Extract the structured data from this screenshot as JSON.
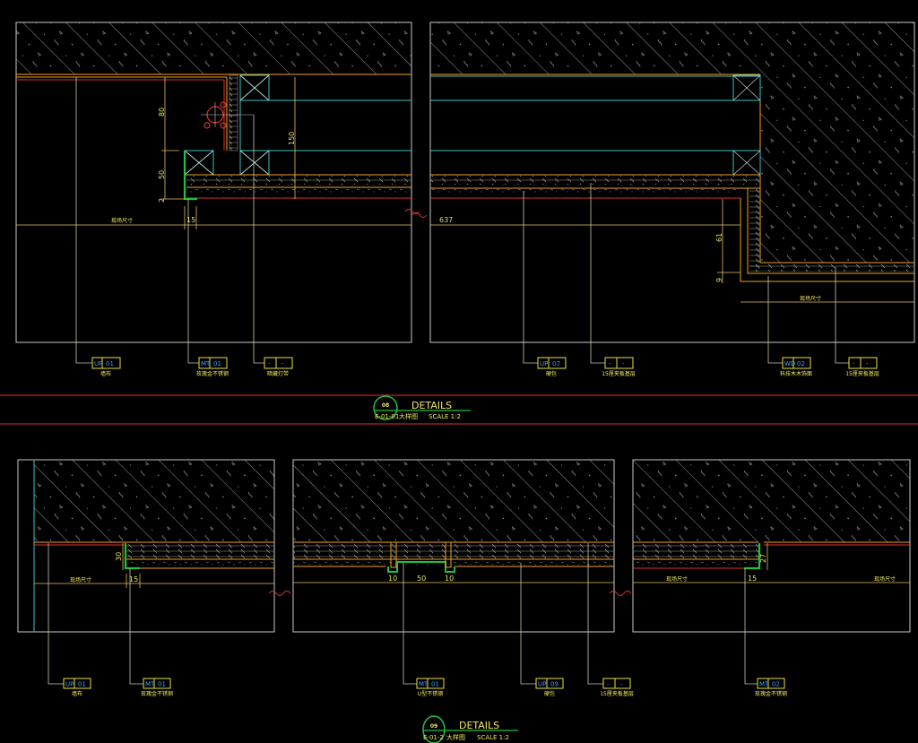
{
  "colors": {
    "background": "#000000",
    "frame": "#c8c8c8",
    "finish": "#f0a020",
    "edge": "#e03030",
    "steel": "#20c040",
    "frame_cyan": "#40c0c0",
    "dimension": "#e8c060",
    "tag": "#e8e040",
    "tag_code": "#3fa0ff"
  },
  "detail_top": {
    "number": "08",
    "title": "DETAILS",
    "ref": "E-01-01",
    "subtitle": "大样图",
    "scale": "SCALE  1:2",
    "dimensions": {
      "d80": "80",
      "d50": "50",
      "d2": "2",
      "d150": "150",
      "d15": "15",
      "d637": "637",
      "d61": "61",
      "d9": "9",
      "site_left": "现场尺寸",
      "site_right": "现场尺寸"
    },
    "tags": [
      {
        "code": "UP",
        "num": "01",
        "label": "墙布"
      },
      {
        "code": "MT",
        "num": "01",
        "label": "玫瑰金不锈钢"
      },
      {
        "code": "-",
        "num": "-",
        "label": "暗藏灯带"
      },
      {
        "code": "UP",
        "num": "07",
        "label": "硬包"
      },
      {
        "code": "-",
        "num": "-",
        "label": "15厘夹板基层"
      },
      {
        "code": "WD",
        "num": "02",
        "label": "科技木木饰面"
      },
      {
        "code": "-",
        "num": "-",
        "label": "15厘夹板基层"
      }
    ]
  },
  "detail_bottom": {
    "number": "09",
    "title": "DETAILS",
    "ref": "E-01-2",
    "subtitle": "大样图",
    "scale": "SCALE  1:2",
    "dimensions": {
      "d30": "30",
      "d15a": "15",
      "d10a": "10",
      "d50": "50",
      "d10b": "10",
      "d27": "27",
      "d15b": "15",
      "site_a": "现场尺寸",
      "site_b": "现场尺寸",
      "site_c": "现场尺寸"
    },
    "tags": [
      {
        "code": "UP",
        "num": "01",
        "label": "墙布"
      },
      {
        "code": "MT",
        "num": "01",
        "label": "玫瑰金不锈钢"
      },
      {
        "code": "MT",
        "num": "01",
        "label": "U型不锈钢"
      },
      {
        "code": "UP",
        "num": "09",
        "label": "硬包"
      },
      {
        "code": "-",
        "num": "-",
        "label": "15厘夹板基层"
      },
      {
        "code": "MT",
        "num": "02",
        "label": "玫瑰金不锈钢"
      }
    ]
  }
}
